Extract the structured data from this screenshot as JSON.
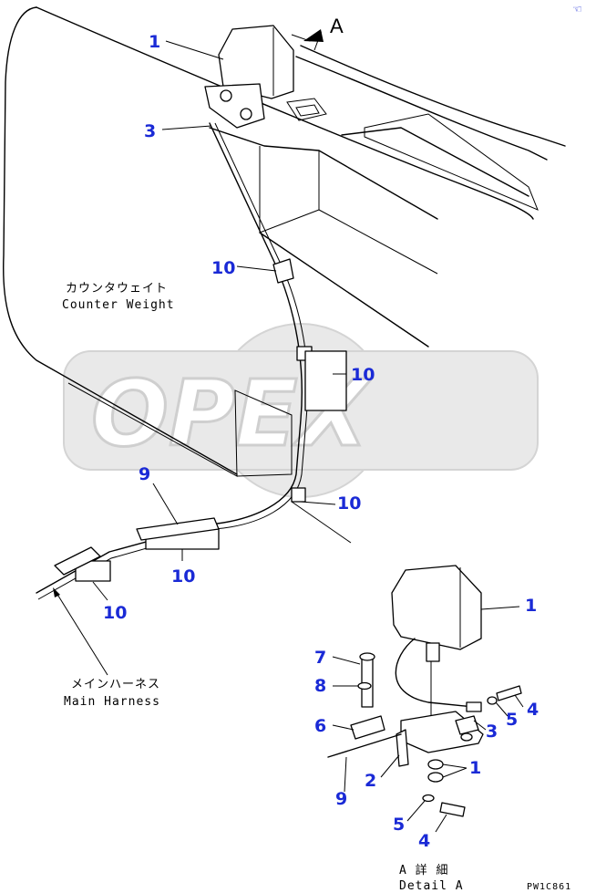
{
  "view_label": "A",
  "captions": {
    "counter_weight_jp": "カウンタウェイト",
    "counter_weight_en": "Counter Weight",
    "main_harness_jp": "メインハーネス",
    "main_harness_en": "Main Harness",
    "detail_jp": "A 詳 細",
    "detail_en": "Detail A",
    "drawing_code": "PW1C861",
    "corner_mark": "☜"
  },
  "watermark": "OPEX",
  "callouts": {
    "c1_top": "1",
    "c3_top": "3",
    "c10_a": "10",
    "c10_b": "10",
    "c10_c": "10",
    "c9_top": "9",
    "c10_d": "10",
    "c10_e": "10",
    "c1_detail": "1",
    "c7": "7",
    "c8": "8",
    "c6": "6",
    "c4_right": "4",
    "c5_right": "5",
    "c3_detail": "3",
    "c2": "2",
    "c1_nut": "1",
    "c9_detail": "9",
    "c5_bottom": "5",
    "c4_bottom": "4"
  }
}
